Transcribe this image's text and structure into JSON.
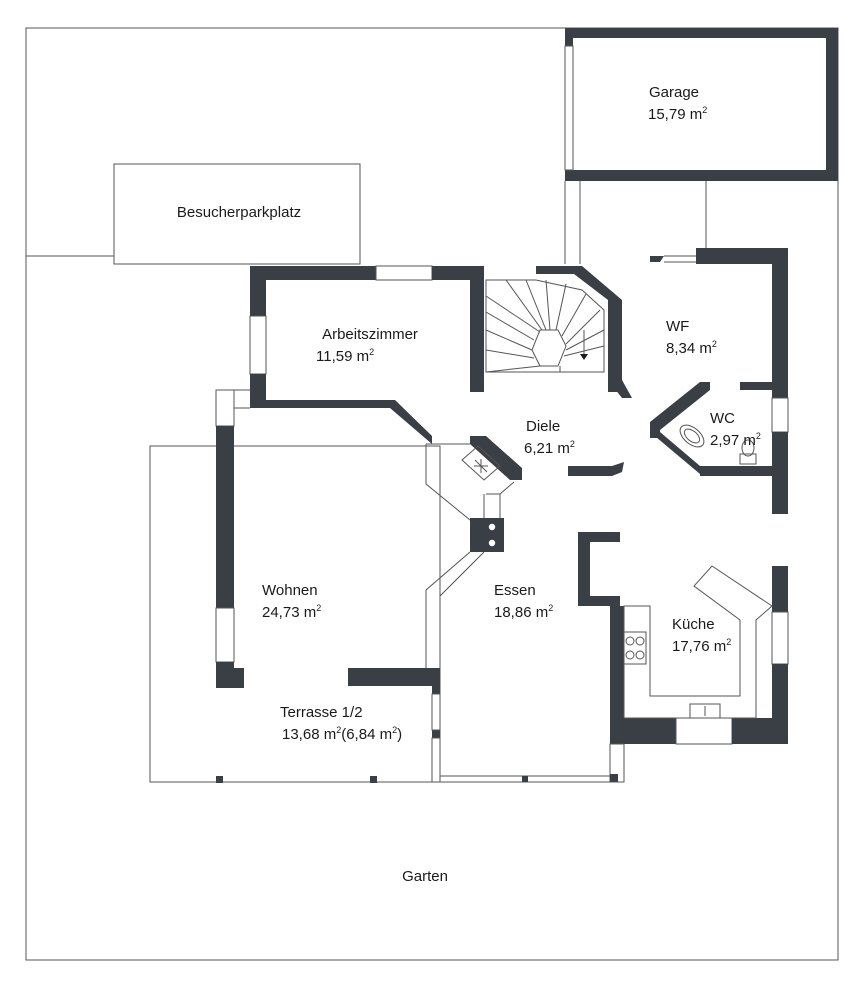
{
  "rooms": {
    "garage": {
      "name": "Garage",
      "area": "15,79 m",
      "sup": "2"
    },
    "besucherparkplatz": {
      "name": "Besucherparkplatz"
    },
    "arbeitszimmer": {
      "name": "Arbeitszimmer",
      "area": "11,59 m",
      "sup": "2"
    },
    "wf": {
      "name": "WF",
      "area": "8,34 m",
      "sup": "2"
    },
    "diele": {
      "name": "Diele",
      "area": "6,21 m",
      "sup": "2"
    },
    "wc": {
      "name": "WC",
      "area": "2,97 m",
      "sup": "2"
    },
    "wohnen": {
      "name": "Wohnen",
      "area": "24,73 m",
      "sup": "2"
    },
    "essen": {
      "name": "Essen",
      "area": "18,86 m",
      "sup": "2"
    },
    "kueche": {
      "name": "Küche",
      "area": "17,76 m",
      "sup": "2"
    },
    "terrasse": {
      "name": "Terrasse 1/2",
      "area_a": "13,68 m",
      "sup_a": "2",
      "area_b": "(6,84 m",
      "sup_b": "2",
      "area_close": ")"
    },
    "garten": {
      "name": "Garten"
    }
  },
  "colors": {
    "wall": "#3a3f46",
    "line": "#555555"
  }
}
